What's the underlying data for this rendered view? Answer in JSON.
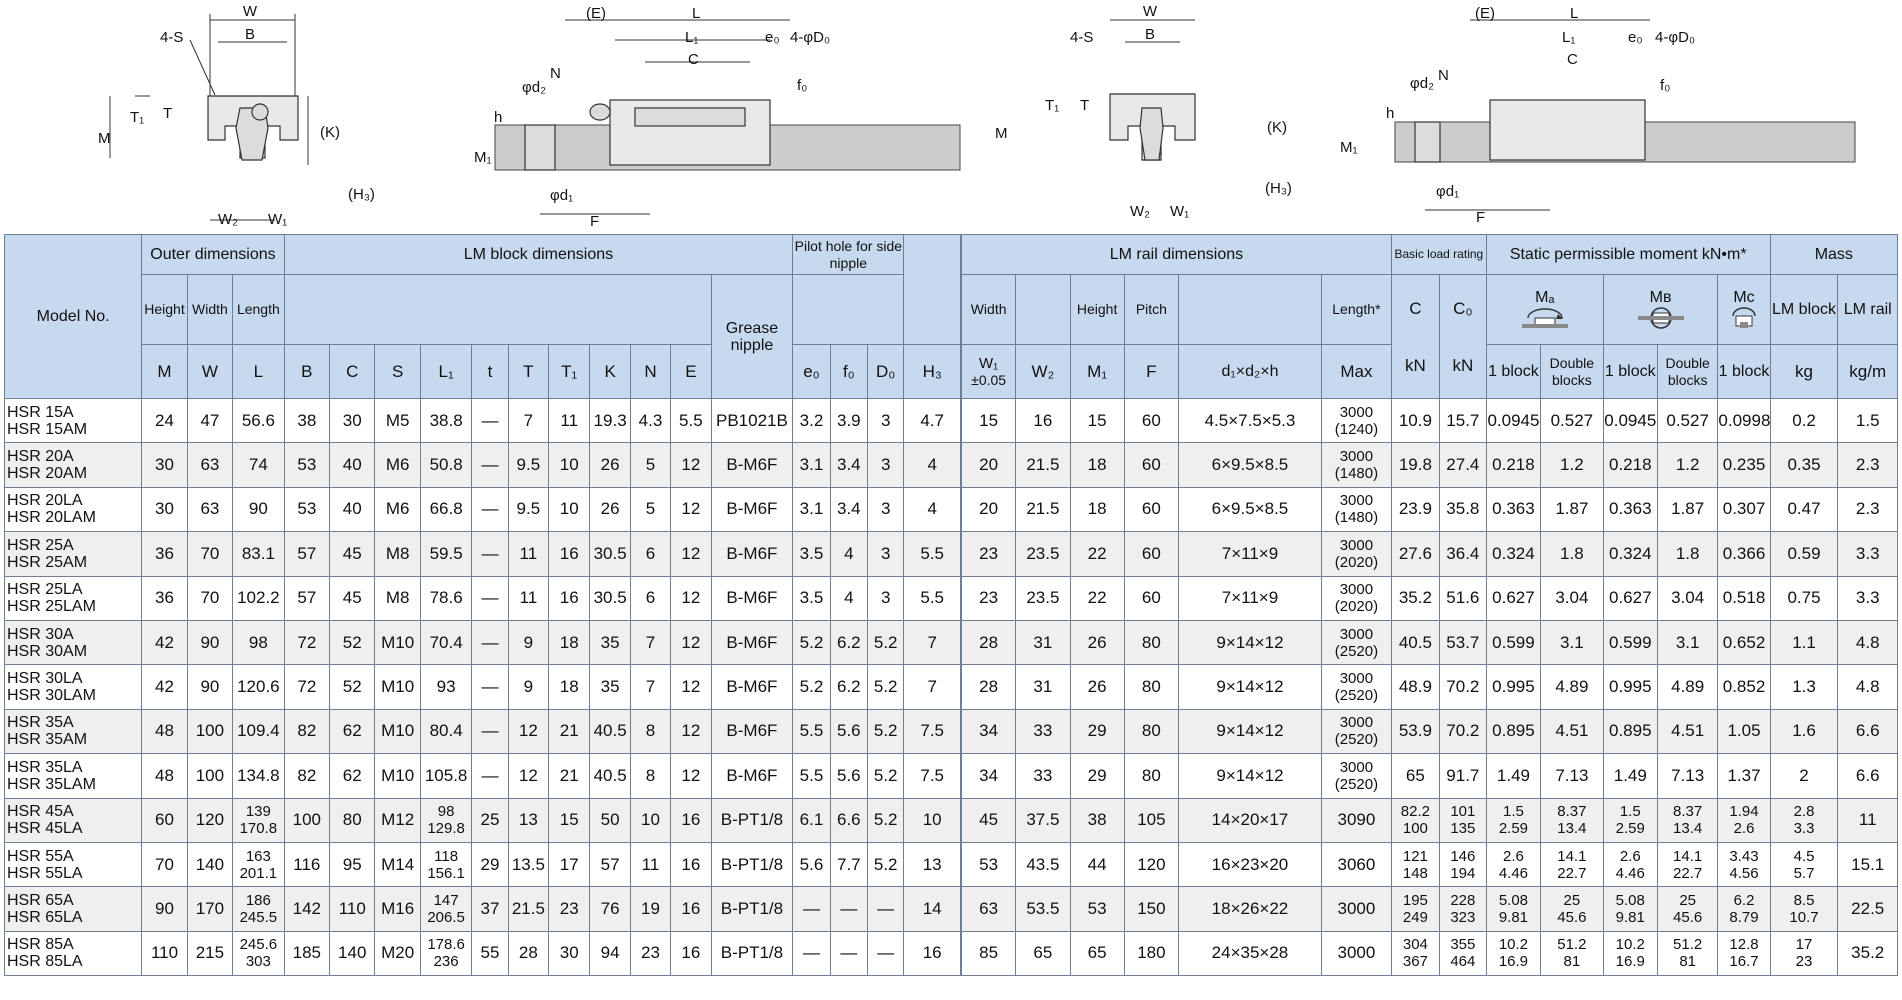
{
  "drawings": {
    "front": {
      "W": "W",
      "B": "B",
      "S": "4-S",
      "T": "T",
      "T1": "T₁",
      "M": "M",
      "K": "(K)",
      "H3": "(H₃)",
      "W2": "W₂",
      "W1": "W₁"
    },
    "side": {
      "E": "(E)",
      "L": "L",
      "L1": "L₁",
      "C": "C",
      "e0": "e₀",
      "D0": "4-φD₀",
      "f0": "f₀",
      "N": "N",
      "d2": "φd₂",
      "h": "h",
      "M1": "M₁",
      "d1": "φd₁",
      "F": "F"
    }
  },
  "left_table": {
    "headers": {
      "model": "Model No.",
      "outer": "Outer dimensions",
      "lm_block": "LM block dimensions",
      "pilot": "Pilot hole for side nipple",
      "height": "Height",
      "width": "Width",
      "length": "Length",
      "grease": "Grease nipple",
      "sym_M": "M",
      "sym_W": "W",
      "sym_L": "L",
      "sym_B": "B",
      "sym_C": "C",
      "sym_S": "S",
      "sym_L1": "L₁",
      "sym_t": "t",
      "sym_T": "T",
      "sym_T1": "T₁",
      "sym_K": "K",
      "sym_N": "N",
      "sym_E": "E",
      "sym_e0": "e₀",
      "sym_f0": "f₀",
      "sym_D0": "D₀",
      "sym_H3": "H₃"
    },
    "rows": [
      {
        "m1": "HSR 15A",
        "m2": "HSR 15AM",
        "M": "24",
        "W": "47",
        "L": "56.6",
        "B": "38",
        "C": "30",
        "S": "M5",
        "L1": "38.8",
        "t": "—",
        "T": "7",
        "T1": "11",
        "K": "19.3",
        "N": "4.3",
        "E": "5.5",
        "grease": "PB1021B",
        "e0": "3.2",
        "f0": "3.9",
        "D0": "3",
        "H3": "4.7"
      },
      {
        "m1": "HSR 20A",
        "m2": "HSR 20AM",
        "M": "30",
        "W": "63",
        "L": "74",
        "B": "53",
        "C": "40",
        "S": "M6",
        "L1": "50.8",
        "t": "—",
        "T": "9.5",
        "T1": "10",
        "K": "26",
        "N": "5",
        "E": "12",
        "grease": "B-M6F",
        "e0": "3.1",
        "f0": "3.4",
        "D0": "3",
        "H3": "4"
      },
      {
        "m1": "HSR 20LA",
        "m2": "HSR 20LAM",
        "M": "30",
        "W": "63",
        "L": "90",
        "B": "53",
        "C": "40",
        "S": "M6",
        "L1": "66.8",
        "t": "—",
        "T": "9.5",
        "T1": "10",
        "K": "26",
        "N": "5",
        "E": "12",
        "grease": "B-M6F",
        "e0": "3.1",
        "f0": "3.4",
        "D0": "3",
        "H3": "4"
      },
      {
        "m1": "HSR 25A",
        "m2": "HSR 25AM",
        "M": "36",
        "W": "70",
        "L": "83.1",
        "B": "57",
        "C": "45",
        "S": "M8",
        "L1": "59.5",
        "t": "—",
        "T": "11",
        "T1": "16",
        "K": "30.5",
        "N": "6",
        "E": "12",
        "grease": "B-M6F",
        "e0": "3.5",
        "f0": "4",
        "D0": "3",
        "H3": "5.5"
      },
      {
        "m1": "HSR 25LA",
        "m2": "HSR 25LAM",
        "M": "36",
        "W": "70",
        "L": "102.2",
        "B": "57",
        "C": "45",
        "S": "M8",
        "L1": "78.6",
        "t": "—",
        "T": "11",
        "T1": "16",
        "K": "30.5",
        "N": "6",
        "E": "12",
        "grease": "B-M6F",
        "e0": "3.5",
        "f0": "4",
        "D0": "3",
        "H3": "5.5"
      },
      {
        "m1": "HSR 30A",
        "m2": "HSR 30AM",
        "M": "42",
        "W": "90",
        "L": "98",
        "B": "72",
        "C": "52",
        "S": "M10",
        "L1": "70.4",
        "t": "—",
        "T": "9",
        "T1": "18",
        "K": "35",
        "N": "7",
        "E": "12",
        "grease": "B-M6F",
        "e0": "5.2",
        "f0": "6.2",
        "D0": "5.2",
        "H3": "7"
      },
      {
        "m1": "HSR 30LA",
        "m2": "HSR 30LAM",
        "M": "42",
        "W": "90",
        "L": "120.6",
        "B": "72",
        "C": "52",
        "S": "M10",
        "L1": "93",
        "t": "—",
        "T": "9",
        "T1": "18",
        "K": "35",
        "N": "7",
        "E": "12",
        "grease": "B-M6F",
        "e0": "5.2",
        "f0": "6.2",
        "D0": "5.2",
        "H3": "7"
      },
      {
        "m1": "HSR 35A",
        "m2": "HSR 35AM",
        "M": "48",
        "W": "100",
        "L": "109.4",
        "B": "82",
        "C": "62",
        "S": "M10",
        "L1": "80.4",
        "t": "—",
        "T": "12",
        "T1": "21",
        "K": "40.5",
        "N": "8",
        "E": "12",
        "grease": "B-M6F",
        "e0": "5.5",
        "f0": "5.6",
        "D0": "5.2",
        "H3": "7.5"
      },
      {
        "m1": "HSR 35LA",
        "m2": "HSR 35LAM",
        "M": "48",
        "W": "100",
        "L": "134.8",
        "B": "82",
        "C": "62",
        "S": "M10",
        "L1": "105.8",
        "t": "—",
        "T": "12",
        "T1": "21",
        "K": "40.5",
        "N": "8",
        "E": "12",
        "grease": "B-M6F",
        "e0": "5.5",
        "f0": "5.6",
        "D0": "5.2",
        "H3": "7.5"
      },
      {
        "m1": "HSR 45A",
        "m2": "HSR 45LA",
        "M": "60",
        "W": "120",
        "L": "139",
        "L_2": "170.8",
        "B": "100",
        "C": "80",
        "S": "M12",
        "L1": "98",
        "L1_2": "129.8",
        "t": "25",
        "T": "13",
        "T1": "15",
        "K": "50",
        "N": "10",
        "E": "16",
        "grease": "B-PT1/8",
        "e0": "6.1",
        "f0": "6.6",
        "D0": "5.2",
        "H3": "10"
      },
      {
        "m1": "HSR 55A",
        "m2": "HSR 55LA",
        "M": "70",
        "W": "140",
        "L": "163",
        "L_2": "201.1",
        "B": "116",
        "C": "95",
        "S": "M14",
        "L1": "118",
        "L1_2": "156.1",
        "t": "29",
        "T": "13.5",
        "T1": "17",
        "K": "57",
        "N": "11",
        "E": "16",
        "grease": "B-PT1/8",
        "e0": "5.6",
        "f0": "7.7",
        "D0": "5.2",
        "H3": "13"
      },
      {
        "m1": "HSR 65A",
        "m2": "HSR 65LA",
        "M": "90",
        "W": "170",
        "L": "186",
        "L_2": "245.5",
        "B": "142",
        "C": "110",
        "S": "M16",
        "L1": "147",
        "L1_2": "206.5",
        "t": "37",
        "T": "21.5",
        "T1": "23",
        "K": "76",
        "N": "19",
        "E": "16",
        "grease": "B-PT1/8",
        "e0": "—",
        "f0": "—",
        "D0": "—",
        "H3": "14"
      },
      {
        "m1": "HSR 85A",
        "m2": "HSR 85LA",
        "M": "110",
        "W": "215",
        "L": "245.6",
        "L_2": "303",
        "B": "185",
        "C": "140",
        "S": "M20",
        "L1": "178.6",
        "L1_2": "236",
        "t": "55",
        "T": "28",
        "T1": "30",
        "K": "94",
        "N": "23",
        "E": "16",
        "grease": "B-PT1/8",
        "e0": "—",
        "f0": "—",
        "D0": "—",
        "H3": "16"
      }
    ]
  },
  "right_table": {
    "headers": {
      "lm_rail": "LM rail dimensions",
      "basic_load": "Basic load rating",
      "static_moment": "Static permissible moment kN•m*",
      "mass": "Mass",
      "width": "Width",
      "height": "Height",
      "pitch": "Pitch",
      "length": "Length*",
      "sym_W1": "W₁",
      "tol_W1": "±0.05",
      "sym_W2": "W₂",
      "sym_M1": "M₁",
      "sym_F": "F",
      "sym_d": "d₁×d₂×h",
      "max": "Max",
      "sym_C": "C",
      "sym_C0": "C₀",
      "unit_kN": "kN",
      "unit_kN2": "kN",
      "MA": "Mₐ",
      "MB": "Mʙ",
      "MC": "Mc",
      "one_block": "1 block",
      "double_blocks": "Double blocks",
      "lm_block": "LM block",
      "lm_rail_col": "LM rail",
      "unit_kg": "kg",
      "unit_kgm": "kg/m"
    },
    "rows": [
      {
        "W1": "15",
        "W2": "16",
        "M1": "15",
        "F": "60",
        "d": "4.5×7.5×5.3",
        "len": "3000",
        "len2": "(1240)",
        "C": "10.9",
        "C0": "15.7",
        "MA1": "0.0945",
        "MA2": "0.527",
        "MB1": "0.0945",
        "MB2": "0.527",
        "MC1": "0.0998",
        "block": "0.2",
        "rail": "1.5"
      },
      {
        "W1": "20",
        "W2": "21.5",
        "M1": "18",
        "F": "60",
        "d": "6×9.5×8.5",
        "len": "3000",
        "len2": "(1480)",
        "C": "19.8",
        "C0": "27.4",
        "MA1": "0.218",
        "MA2": "1.2",
        "MB1": "0.218",
        "MB2": "1.2",
        "MC1": "0.235",
        "block": "0.35",
        "rail": "2.3"
      },
      {
        "W1": "20",
        "W2": "21.5",
        "M1": "18",
        "F": "60",
        "d": "6×9.5×8.5",
        "len": "3000",
        "len2": "(1480)",
        "C": "23.9",
        "C0": "35.8",
        "MA1": "0.363",
        "MA2": "1.87",
        "MB1": "0.363",
        "MB2": "1.87",
        "MC1": "0.307",
        "block": "0.47",
        "rail": "2.3"
      },
      {
        "W1": "23",
        "W2": "23.5",
        "M1": "22",
        "F": "60",
        "d": "7×11×9",
        "len": "3000",
        "len2": "(2020)",
        "C": "27.6",
        "C0": "36.4",
        "MA1": "0.324",
        "MA2": "1.8",
        "MB1": "0.324",
        "MB2": "1.8",
        "MC1": "0.366",
        "block": "0.59",
        "rail": "3.3"
      },
      {
        "W1": "23",
        "W2": "23.5",
        "M1": "22",
        "F": "60",
        "d": "7×11×9",
        "len": "3000",
        "len2": "(2020)",
        "C": "35.2",
        "C0": "51.6",
        "MA1": "0.627",
        "MA2": "3.04",
        "MB1": "0.627",
        "MB2": "3.04",
        "MC1": "0.518",
        "block": "0.75",
        "rail": "3.3"
      },
      {
        "W1": "28",
        "W2": "31",
        "M1": "26",
        "F": "80",
        "d": "9×14×12",
        "len": "3000",
        "len2": "(2520)",
        "C": "40.5",
        "C0": "53.7",
        "MA1": "0.599",
        "MA2": "3.1",
        "MB1": "0.599",
        "MB2": "3.1",
        "MC1": "0.652",
        "block": "1.1",
        "rail": "4.8"
      },
      {
        "W1": "28",
        "W2": "31",
        "M1": "26",
        "F": "80",
        "d": "9×14×12",
        "len": "3000",
        "len2": "(2520)",
        "C": "48.9",
        "C0": "70.2",
        "MA1": "0.995",
        "MA2": "4.89",
        "MB1": "0.995",
        "MB2": "4.89",
        "MC1": "0.852",
        "block": "1.3",
        "rail": "4.8"
      },
      {
        "W1": "34",
        "W2": "33",
        "M1": "29",
        "F": "80",
        "d": "9×14×12",
        "len": "3000",
        "len2": "(2520)",
        "C": "53.9",
        "C0": "70.2",
        "MA1": "0.895",
        "MA2": "4.51",
        "MB1": "0.895",
        "MB2": "4.51",
        "MC1": "1.05",
        "block": "1.6",
        "rail": "6.6"
      },
      {
        "W1": "34",
        "W2": "33",
        "M1": "29",
        "F": "80",
        "d": "9×14×12",
        "len": "3000",
        "len2": "(2520)",
        "C": "65",
        "C0": "91.7",
        "MA1": "1.49",
        "MA2": "7.13",
        "MB1": "1.49",
        "MB2": "7.13",
        "MC1": "1.37",
        "block": "2",
        "rail": "6.6"
      },
      {
        "W1": "45",
        "W2": "37.5",
        "M1": "38",
        "F": "105",
        "d": "14×20×17",
        "len": "3090",
        "C": "82.2",
        "C_2": "100",
        "C0": "101",
        "C0_2": "135",
        "MA1": "1.5",
        "MA1_2": "2.59",
        "MA2": "8.37",
        "MA2_2": "13.4",
        "MB1": "1.5",
        "MB1_2": "2.59",
        "MB2": "8.37",
        "MB2_2": "13.4",
        "MC1": "1.94",
        "MC1_2": "2.6",
        "block": "2.8",
        "block_2": "3.3",
        "rail": "11"
      },
      {
        "W1": "53",
        "W2": "43.5",
        "M1": "44",
        "F": "120",
        "d": "16×23×20",
        "len": "3060",
        "C": "121",
        "C_2": "148",
        "C0": "146",
        "C0_2": "194",
        "MA1": "2.6",
        "MA1_2": "4.46",
        "MA2": "14.1",
        "MA2_2": "22.7",
        "MB1": "2.6",
        "MB1_2": "4.46",
        "MB2": "14.1",
        "MB2_2": "22.7",
        "MC1": "3.43",
        "MC1_2": "4.56",
        "block": "4.5",
        "block_2": "5.7",
        "rail": "15.1"
      },
      {
        "W1": "63",
        "W2": "53.5",
        "M1": "53",
        "F": "150",
        "d": "18×26×22",
        "len": "3000",
        "C": "195",
        "C_2": "249",
        "C0": "228",
        "C0_2": "323",
        "MA1": "5.08",
        "MA1_2": "9.81",
        "MA2": "25",
        "MA2_2": "45.6",
        "MB1": "5.08",
        "MB1_2": "9.81",
        "MB2": "25",
        "MB2_2": "45.6",
        "MC1": "6.2",
        "MC1_2": "8.79",
        "block": "8.5",
        "block_2": "10.7",
        "rail": "22.5"
      },
      {
        "W1": "85",
        "W2": "65",
        "M1": "65",
        "F": "180",
        "d": "24×35×28",
        "len": "3000",
        "C": "304",
        "C_2": "367",
        "C0": "355",
        "C0_2": "464",
        "MA1": "10.2",
        "MA1_2": "16.9",
        "MA2": "51.2",
        "MA2_2": "81",
        "MB1": "10.2",
        "MB1_2": "16.9",
        "MB2": "51.2",
        "MB2_2": "81",
        "MC1": "12.8",
        "MC1_2": "16.7",
        "block": "17",
        "block_2": "23",
        "rail": "35.2"
      }
    ]
  },
  "colors": {
    "header_bg": "#c7d9ee",
    "alt_row": "#efefef",
    "border": "#6f7f93"
  }
}
